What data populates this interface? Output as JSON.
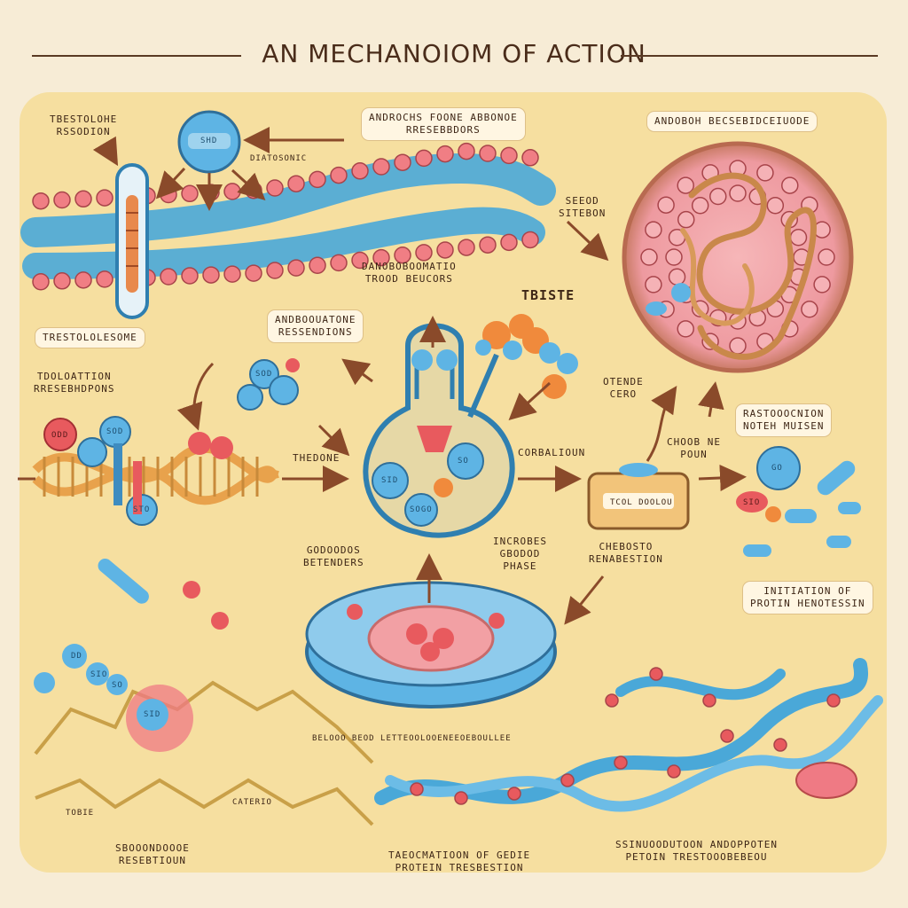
{
  "title": "AN MECHANOIOM OF ACTION",
  "labels": {
    "testosterone_receptor": "TBESTOLOHE\nRSSODION",
    "androgens_binding": "ANDROCHS FOONE ABBONOE\nRRESEBBDORS",
    "androgen_bound": "ANDOBOH BECSEBIDCEIUODE",
    "diatosonic": "DIATOSONIC",
    "seeod_sitebon": "SEEOD\nSITEBON",
    "danobromatic": "DANOBOBOOMATIO\nTROOD BEUCORS",
    "tbiste": "TBISTE",
    "androstone_resebdors": "ANDBOOUATONE\nRESSENDIONS",
    "trestolosome": "TRESTOLOLESOME",
    "todolation": "TDOLOATTION\nRRESEBHDPONS",
    "thedone": "THEDONE",
    "corbalioun": "CORBALIOUN",
    "otende_cero": "OTENDE\nCERO",
    "choob_ne_poun": "CHOOB NE\nPOUN",
    "rasteoocenion": "RASTOOOCNION\nNOTEH MUISEN",
    "godoodos": "GODOODOS\nBETENDERS",
    "incrobes": "INCROBES\nGBODOD\nPHASE",
    "cherosto": "CHEBOSTO\nRENABESTION",
    "initiation_protein": "INITIATION OF\nPROTIN HENOTESSIN",
    "nucleus_rim": "BELOOO BEOD LETTEOOLOOENEEOEBOULLEE",
    "tobie": "TOBIE",
    "caterio": "CATERIO",
    "bottom_left": "SBOOONDOOOE\nRESEBTIOUN",
    "bottom_center": "TAEOCMATIOON OF GEDIE\nPROTEIN TRESBESTION",
    "bottom_right": "SSINUOODUTOON ANDOPPOTEN\nPETOIN TRESTOOOBEBEOU",
    "vial": "TCOL DOOLOU",
    "molecule_tags": [
      "SHD",
      "ODD",
      "SOD",
      "SOD",
      "STO",
      "GO",
      "SID",
      "SO",
      "DD",
      "SOGO",
      "SIO",
      "SO",
      "SID",
      "SIO"
    ]
  },
  "colors": {
    "background": "#f7ecd6",
    "panel": "#f6dfa0",
    "membrane_head": "#f07e84",
    "membrane_tail": "#4aa8d8",
    "blue_molecule": "#5eb4e4",
    "red_molecule": "#e85a5e",
    "orange_molecule": "#f08a3c",
    "nucleus": "#f2a0a4",
    "ink": "#5a3a24"
  },
  "icons": [
    "receptor-channel-icon",
    "testosterone-molecule-icon",
    "cell-membrane-icon",
    "nucleus-icon",
    "dna-helix-icon",
    "receptor-complex-icon",
    "vial-icon",
    "ribosome-disc-icon",
    "protein-chain-icon"
  ]
}
